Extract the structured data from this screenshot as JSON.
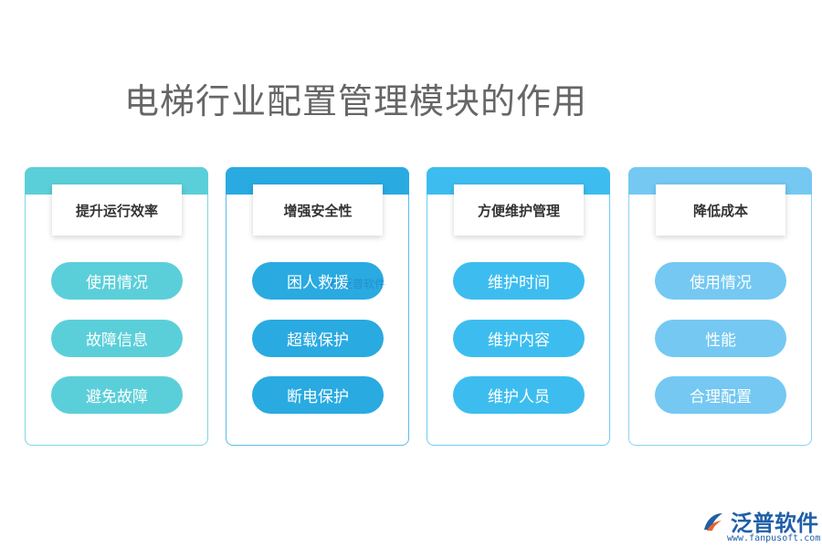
{
  "title": "电梯行业配置管理模块的作用",
  "cards": [
    {
      "header": "提升运行效率",
      "items": [
        "使用情况",
        "故障信息",
        "避免故障"
      ],
      "color": "#5bcfd9",
      "border": "#7fd6df"
    },
    {
      "header": "增强安全性",
      "items": [
        "困人救援",
        "超载保护",
        "断电保护"
      ],
      "color": "#29aae1",
      "border": "#59bde8"
    },
    {
      "header": "方便维护管理",
      "items": [
        "维护时间",
        "维护内容",
        "维护人员"
      ],
      "color": "#3dbdef",
      "border": "#6fcdf2"
    },
    {
      "header": "降低成本",
      "items": [
        "使用情况",
        "性能",
        "合理配置"
      ],
      "color": "#74c8f2",
      "border": "#8ed2f4"
    }
  ],
  "logo": {
    "name": "泛普软件",
    "url": "www.fanpusoft.com",
    "icon": "fanpu-logo-icon"
  },
  "watermark": {
    "text": "泛普软件"
  }
}
